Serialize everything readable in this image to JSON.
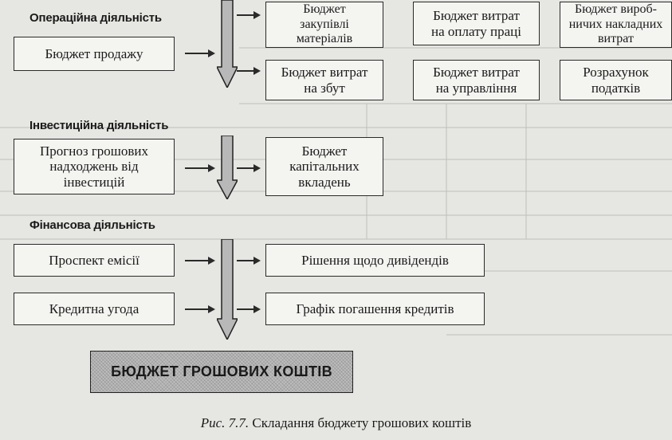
{
  "sections": {
    "operating": "Операційна діяльність",
    "investment": "Інвестиційна діяльність",
    "financial": "Фінансова діяльність"
  },
  "boxes": {
    "sales_budget": "Бюджет продажу",
    "procurement_budget": "Бюджет\nзакупівлі\nматеріалів",
    "labor_budget": "Бюджет витрат\nна оплату праці",
    "overhead_budget": "Бюджет вироб-\nничих накладних\nвитрат",
    "sales_expense_budget": "Бюджет витрат\nна збут",
    "management_expense_budget": "Бюджет витрат\nна управління",
    "tax_calc": "Розрахунок\nподатків",
    "investment_forecast": "Прогноз грошових\nнадходжень від\nінвестицій",
    "capital_budget": "Бюджет\nкапітальних\nвкладень",
    "issue_prospectus": "Проспект емісії",
    "dividend_decision": "Рішення щодо дивідендів",
    "credit_agreement": "Кредитна угода",
    "loan_schedule": "Графік погашення кредитів"
  },
  "banner": "БЮДЖЕТ ГРОШОВИХ КОШТІВ",
  "caption": {
    "prefix": "Рис. 7.7.",
    "text": " Складання бюджету грошових коштів"
  }
}
